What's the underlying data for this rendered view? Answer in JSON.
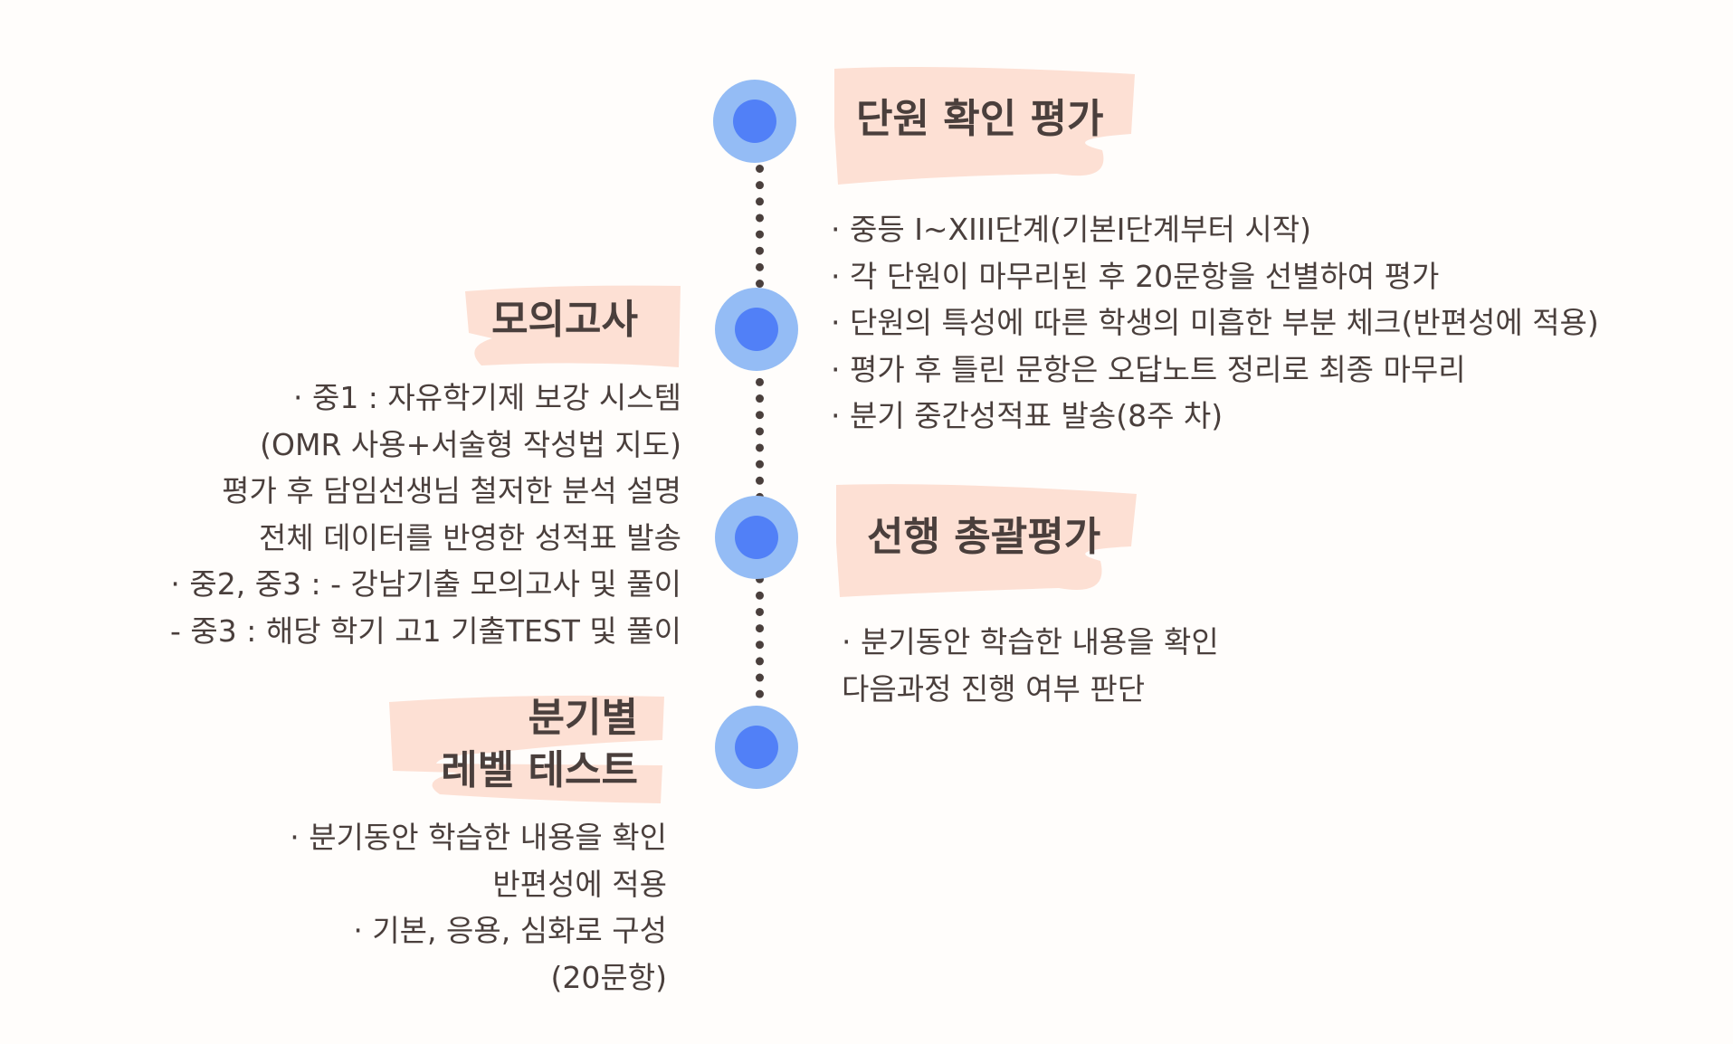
{
  "colors": {
    "node_outer": "#94bcf5",
    "node_inner": "#5180f7",
    "highlight": "#fde0d4",
    "text": "#4a3f3c",
    "connector": "#4a3f3c",
    "background": "#fffdfb"
  },
  "steps": [
    {
      "title": "단원 확인 평가",
      "lines": [
        "· 중등 Ⅰ~XIII단계(기본Ⅰ단계부터 시작)",
        "· 각 단원이 마무리된 후 20문항을 선별하여 평가",
        "· 단원의 특성에 따른 학생의 미흡한 부분 체크(반편성에 적용)",
        "· 평가 후 틀린 문항은 오답노트 정리로 최종 마무리",
        "· 분기 중간성적표 발송(8주 차)"
      ]
    },
    {
      "title": "모의고사",
      "lines": [
        "· 중1 : 자유학기제 보강 시스템",
        "(OMR 사용+서술형 작성법 지도)",
        "평가 후 담임선생님 철저한 분석 설명",
        "전체 데이터를 반영한 성적표 발송",
        "· 중2, 중3 : - 강남기출 모의고사 및 풀이",
        "- 중3 : 해당 학기 고1 기출TEST 및 풀이"
      ]
    },
    {
      "title": "선행 총괄평가",
      "lines": [
        "· 분기동안 학습한 내용을 확인",
        "다음과정 진행 여부 판단"
      ]
    },
    {
      "title_lines": [
        "분기별",
        "레벨 테스트"
      ],
      "lines": [
        "· 분기동안 학습한 내용을 확인",
        "반편성에 적용",
        "· 기본, 응용, 심화로 구성",
        "(20문항)"
      ]
    }
  ]
}
